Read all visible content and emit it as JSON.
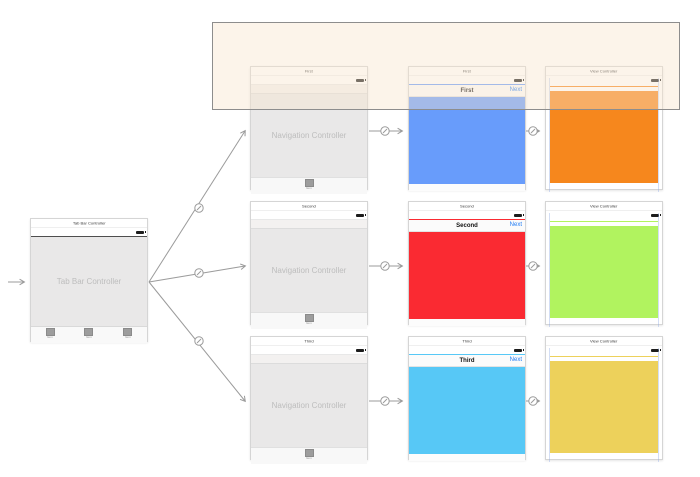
{
  "colors": {
    "blue_view": "#689cfb",
    "red_view": "#fa2a32",
    "cyan_view": "#57c8f6",
    "orange_view": "#f6871d",
    "green_view": "#b1f35f",
    "yellow_view": "#edd15b",
    "next_link": "#1f7bf4",
    "connector": "#9b9b9b",
    "selection_overlay_fill": "#f9e4cd"
  },
  "tab_bar_controller": {
    "scene_title": "Tab Bar Controller",
    "body_label": "Tab Bar Controller",
    "tab_items": [
      {
        "label": "Item"
      },
      {
        "label": "Item"
      },
      {
        "label": "Item"
      }
    ]
  },
  "rows": [
    {
      "nav": {
        "scene_title": "First",
        "body_label": "Navigation Controller",
        "dock_item_label": "Item"
      },
      "view": {
        "scene_title": "First",
        "nav_title": "First",
        "next_label": "Next",
        "color": "#689cfb"
      },
      "detail": {
        "scene_title": "View Controller",
        "color": "#f6871d"
      }
    },
    {
      "nav": {
        "scene_title": "Second",
        "body_label": "Navigation Controller",
        "dock_item_label": "Item"
      },
      "view": {
        "scene_title": "Second",
        "nav_title": "Second",
        "next_label": "Next",
        "color": "#fa2a32"
      },
      "detail": {
        "scene_title": "View Controller",
        "color": "#b1f35f"
      }
    },
    {
      "nav": {
        "scene_title": "Third",
        "body_label": "Navigation Controller",
        "dock_item_label": "Item"
      },
      "view": {
        "scene_title": "Third",
        "nav_title": "Third",
        "next_label": "Next",
        "color": "#57c8f6"
      },
      "detail": {
        "scene_title": "View Controller",
        "color": "#edd15b"
      }
    }
  ]
}
